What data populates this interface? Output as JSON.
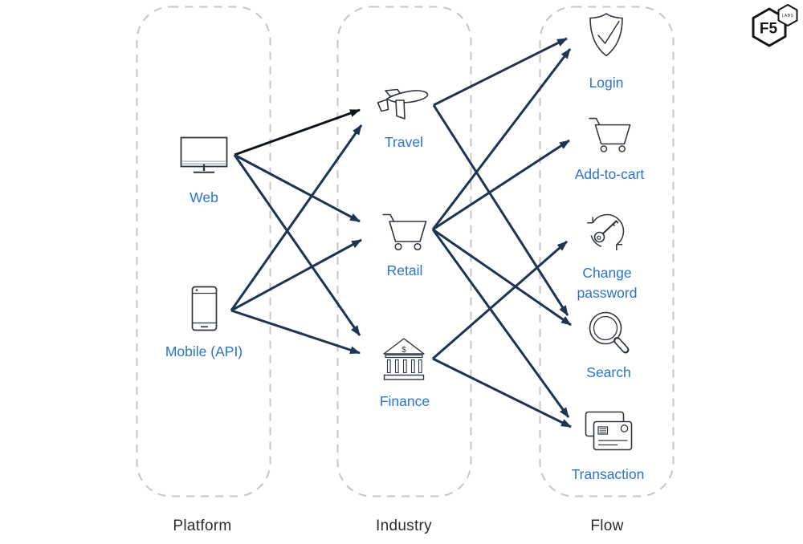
{
  "logo": {
    "brand": "F5",
    "sub": "LABS"
  },
  "columns": [
    {
      "label": "Platform",
      "items": [
        {
          "id": "web",
          "label": "Web",
          "icon": "monitor-icon"
        },
        {
          "id": "mobile",
          "label": "Mobile (API)",
          "icon": "smartphone-icon"
        }
      ]
    },
    {
      "label": "Industry",
      "items": [
        {
          "id": "travel",
          "label": "Travel",
          "icon": "plane-icon"
        },
        {
          "id": "retail",
          "label": "Retail",
          "icon": "shopping-cart-icon"
        },
        {
          "id": "finance",
          "label": "Finance",
          "icon": "bank-icon"
        }
      ]
    },
    {
      "label": "Flow",
      "items": [
        {
          "id": "login",
          "label": "Login",
          "icon": "shield-check-icon"
        },
        {
          "id": "add-to-cart",
          "label": "Add-to-cart",
          "icon": "shopping-cart-icon"
        },
        {
          "id": "change-password",
          "label": "Change password",
          "icon": "key-rotate-icon"
        },
        {
          "id": "search",
          "label": "Search",
          "icon": "magnifier-icon"
        },
        {
          "id": "transaction",
          "label": "Transaction",
          "icon": "credit-cards-icon"
        }
      ]
    }
  ],
  "edges": [
    {
      "from": "web",
      "to": "travel",
      "color": "black"
    },
    {
      "from": "web",
      "to": "retail",
      "color": "navy"
    },
    {
      "from": "web",
      "to": "finance",
      "color": "navy"
    },
    {
      "from": "mobile",
      "to": "travel",
      "color": "navy"
    },
    {
      "from": "mobile",
      "to": "retail",
      "color": "navy"
    },
    {
      "from": "mobile",
      "to": "finance",
      "color": "navy"
    },
    {
      "from": "travel",
      "to": "login",
      "color": "navy"
    },
    {
      "from": "travel",
      "to": "search",
      "color": "navy"
    },
    {
      "from": "retail",
      "to": "login",
      "color": "navy"
    },
    {
      "from": "retail",
      "to": "add-to-cart",
      "color": "navy"
    },
    {
      "from": "retail",
      "to": "search",
      "color": "navy"
    },
    {
      "from": "retail",
      "to": "transaction",
      "color": "navy"
    },
    {
      "from": "finance",
      "to": "change-password",
      "color": "navy"
    },
    {
      "from": "finance",
      "to": "transaction",
      "color": "navy"
    }
  ],
  "colors": {
    "arrow_navy": "#1d3452",
    "arrow_black": "#0e1219",
    "label_blue": "#2b74c9",
    "box_dash": "#c6c6c6",
    "icon_stroke": "#30363e",
    "column_label": "#2c2c2c",
    "monitor_strip": "#9aa0a6"
  }
}
